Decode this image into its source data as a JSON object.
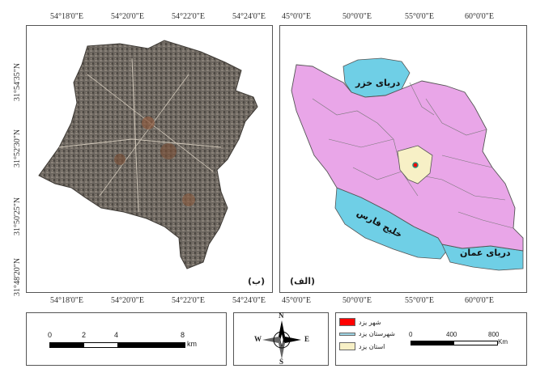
{
  "left_map": {
    "top_ticks": [
      "54°18'0\"E",
      "54°20'0\"E",
      "54°22'0\"E",
      "54°24'0\"E"
    ],
    "bottom_ticks": [
      "54°18'0\"E",
      "54°20'0\"E",
      "54°22'0\"E",
      "54°24'0\"E"
    ],
    "left_ticks": [
      "31°54'35\"N",
      "31°52'30\"N",
      "31°50'25\"N",
      "31°48'20\"N"
    ],
    "panel_label": "(ب)"
  },
  "right_map": {
    "top_ticks": [
      "45°0'0\"E",
      "50°0'0\"E",
      "55°0'0\"E",
      "60°0'0\"E"
    ],
    "bottom_ticks": [
      "45°0'0\"E",
      "50°0'0\"E",
      "55°0'0\"E",
      "60°0'0\"E"
    ],
    "panel_label": "(الف)",
    "caspian_label": "دریای خزر",
    "gulf_label": "خلیج فارس",
    "oman_label": "دریای عمان",
    "colors": {
      "sea": "#6fcfe6",
      "iran": "#e9a6e8",
      "province": "#f7f0c6",
      "city": "#ff0000",
      "border": "#555555"
    }
  },
  "scale_left": {
    "labels": [
      "0",
      "2",
      "4",
      "8"
    ],
    "unit": "km"
  },
  "compass": {
    "n": "N",
    "s": "S",
    "e": "E",
    "w": "W"
  },
  "legend": {
    "items": [
      {
        "label": "شهر یزد",
        "color": "#ff0000"
      },
      {
        "label": "شهرستان یزد",
        "color": "#9fd6e6"
      },
      {
        "label": "استان یزد",
        "color": "#f7f0c6"
      }
    ]
  },
  "scale_right": {
    "labels": [
      "0",
      "400",
      "800"
    ],
    "unit": "Km"
  }
}
